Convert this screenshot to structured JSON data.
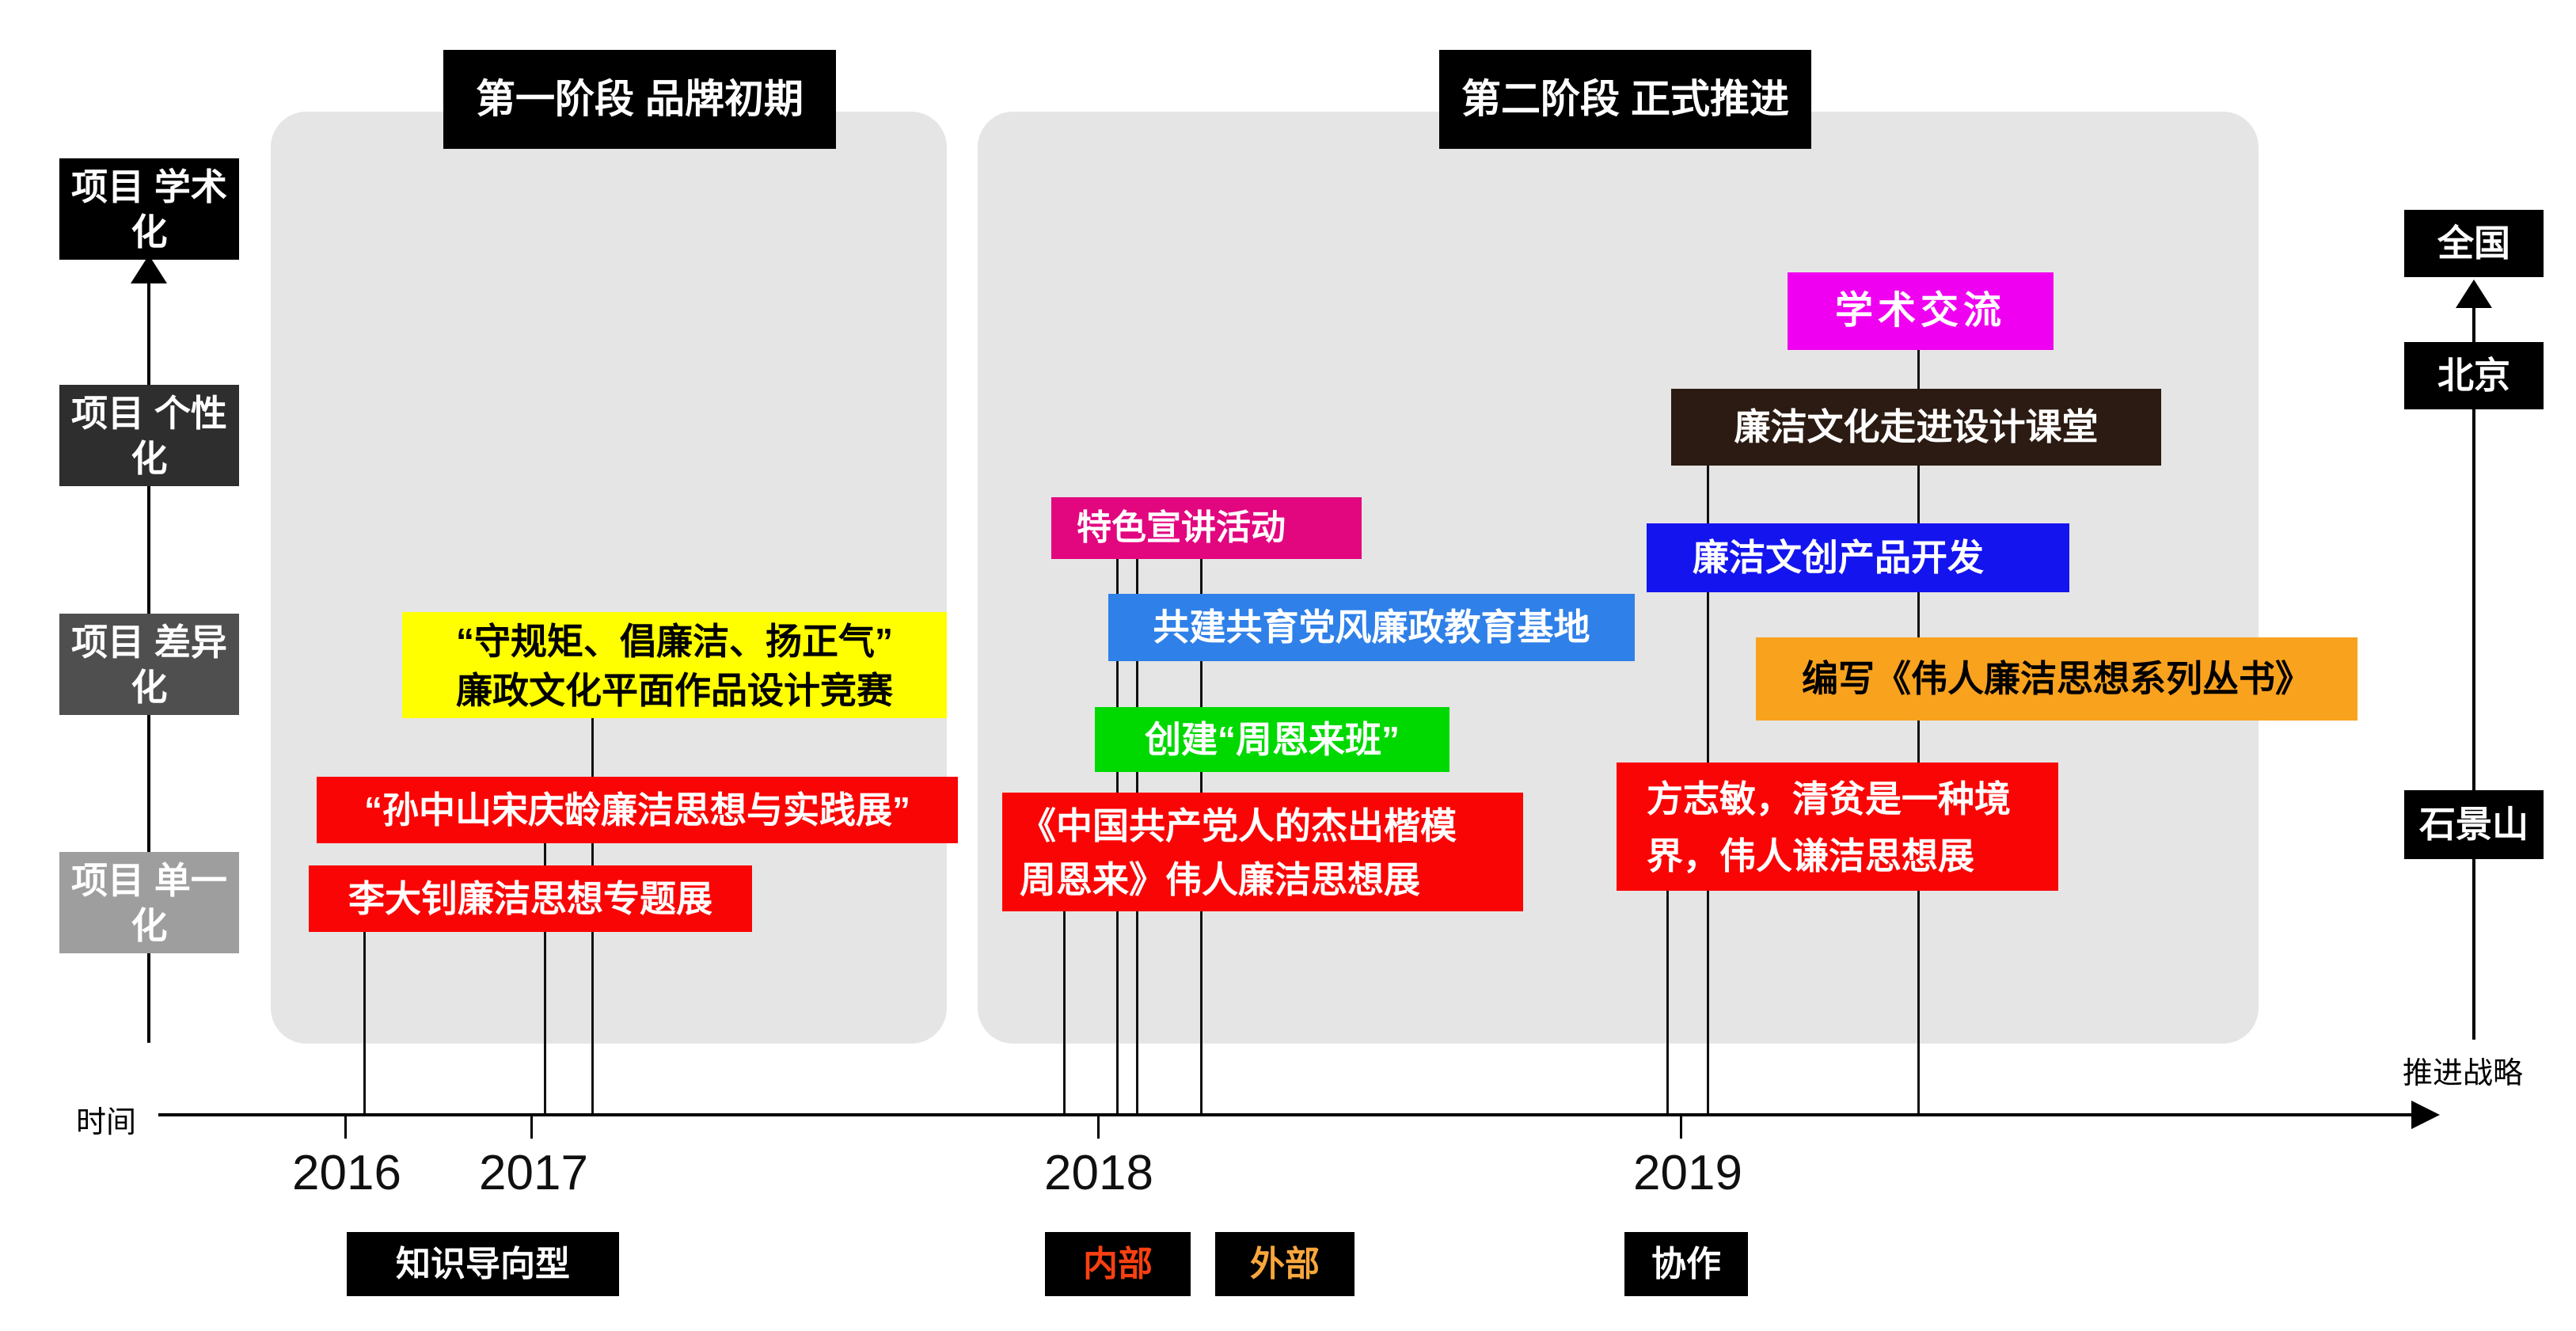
{
  "phase_titles": [
    "第一阶段 品牌初期",
    "第二阶段 正式推进"
  ],
  "left_axis": {
    "items": [
      {
        "line1": "项目",
        "line2": "学术化",
        "bg": "#000000"
      },
      {
        "line1": "项目",
        "line2": "个性化",
        "bg": "#2E2E2E"
      },
      {
        "line1": "项目",
        "line2": "差异化",
        "bg": "#4F4F4F"
      },
      {
        "line1": "项目",
        "line2": "单一化",
        "bg": "#9E9E9E"
      }
    ]
  },
  "right_axis": {
    "items": [
      "全国",
      "北京",
      "石景山"
    ],
    "caption": "推进战略"
  },
  "timeline": {
    "label": "时间",
    "years": [
      "2016",
      "2017",
      "2018",
      "2019"
    ]
  },
  "events": {
    "sun_exhibition": {
      "text": "“孙中山宋庆龄廉洁思想与实践展”",
      "bg": "#FA0505"
    },
    "li_exhibition": {
      "text": "李大钊廉洁思想专题展",
      "bg": "#FA0505"
    },
    "design_competition": {
      "line1": "“守规矩、倡廉洁、扬正气”",
      "line2": "廉政文化平面作品设计竞赛",
      "bg": "#FFFF00"
    },
    "lecture_activity": {
      "text": "特色宣讲活动",
      "bg": "#E2067F"
    },
    "education_base": {
      "text": "共建共育党风廉政教育基地",
      "bg": "#2F80E8"
    },
    "zhou_class": {
      "text": "创建“周恩来班”",
      "bg": "#00D900"
    },
    "zhou_exhibition": {
      "line1": "《中国共产党人的杰出楷模",
      "line2": "周恩来》伟人廉洁思想展",
      "bg": "#FA0505"
    },
    "fang_exhibition": {
      "line1": "方志敏，清贫是一种境",
      "line2": "界，伟人谦洁思想展",
      "bg": "#FA0505"
    },
    "design_class": {
      "text": "廉洁文化走进设计课堂",
      "bg": "#2B1B12"
    },
    "cultural_products": {
      "text": "廉洁文创产品开发",
      "bg": "#1414EE"
    },
    "academic_exchange": {
      "text": "学术交流",
      "bg": "#F000F0"
    },
    "book_series": {
      "text": "编写《伟人廉洁思想系列丛书》",
      "bg": "#F9A21E"
    }
  },
  "strategies": [
    {
      "label": "知识导向型",
      "text_color": "#FFFFFF"
    },
    {
      "label": "内部",
      "text_color": "#FA4010"
    },
    {
      "label": "外部",
      "text_color": "#F9A63C"
    },
    {
      "label": "协作",
      "text_color": "#FFFFFF"
    }
  ],
  "colors": {
    "panel_bg": "#E5E5E5",
    "red": "#FA0505",
    "yellow": "#FFFF00",
    "pink": "#E2067F",
    "light_blue": "#2F80E8",
    "green": "#00D900",
    "dark_brown": "#2B1B12",
    "pure_blue": "#1414EE",
    "magenta": "#F000F0",
    "orange": "#F9A21E"
  }
}
